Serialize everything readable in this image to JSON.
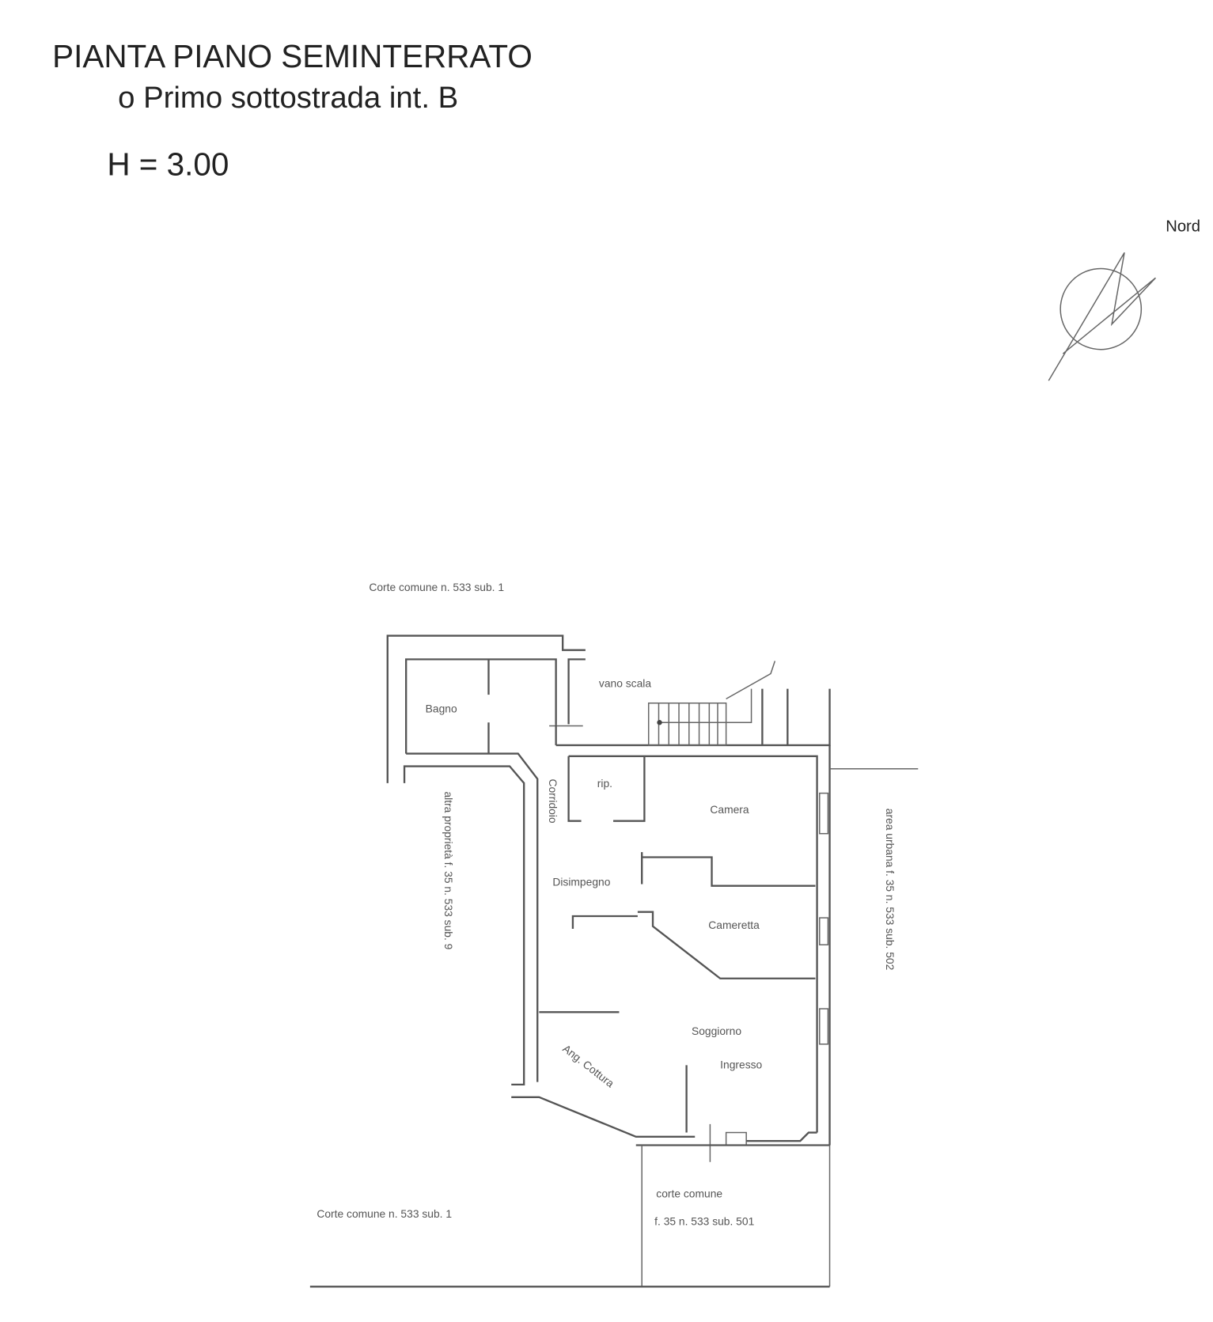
{
  "title": {
    "line1": "PIANTA PIANO SEMINTERRATO",
    "line2": "o Primo sottostrada  int. B",
    "height": "H = 3.00"
  },
  "compass": {
    "label": "Nord"
  },
  "surroundings": {
    "top": "Corte comune  n. 533 sub. 1",
    "bottom_left": "Corte comune  n. 533 sub. 1",
    "courtyard_line1": "corte comune",
    "courtyard_line2": "f. 35 n. 533 sub. 501",
    "left_vertical": "altra proprietà f. 35 n. 533 sub. 9",
    "right_vertical": "area urbana f. 35 n. 533 sub. 502"
  },
  "rooms": {
    "bagno": "Bagno",
    "vano_scala": "vano scala",
    "rip": "rip.",
    "corridoio": "Corridoio",
    "camera": "Camera",
    "disimpegno": "Disimpegno",
    "cameretta": "Cameretta",
    "soggiorno": "Soggiorno",
    "ingresso": "Ingresso",
    "ang_cottura": "Ang. Cottura"
  }
}
